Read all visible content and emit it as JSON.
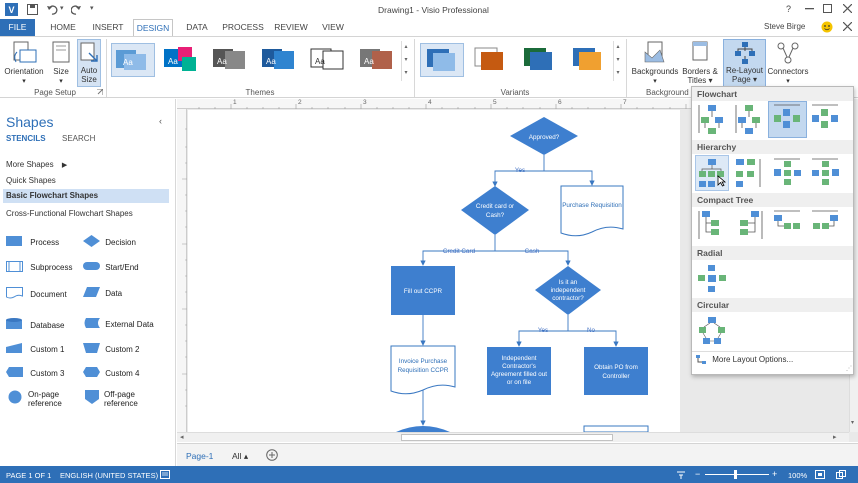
{
  "window": {
    "title": "Drawing1 - Visio Professional",
    "user": "Steve Birge",
    "help": "?"
  },
  "tabs": [
    "FILE",
    "HOME",
    "INSERT",
    "DESIGN",
    "DATA",
    "PROCESS",
    "REVIEW",
    "VIEW"
  ],
  "ribbon": {
    "page_setup": {
      "orientation": "Orientation",
      "size": "Size",
      "auto": "Auto",
      "auto_size": "Size",
      "group": "Page Setup"
    },
    "themes_group": "Themes",
    "variants_group": "Variants",
    "background": {
      "backgrounds": "Backgrounds",
      "borders": "Borders &",
      "titles": "Titles",
      "relayout": "Re-Layout",
      "relayout2": "Page",
      "connectors": "Connectors",
      "group": "Background"
    }
  },
  "shapes_pane": {
    "title": "Shapes",
    "stencils": "STENCILS",
    "search": "SEARCH",
    "more_shapes": "More Shapes",
    "quick_shapes": "Quick Shapes",
    "basic_flowchart": "Basic Flowchart Shapes",
    "cross_functional": "Cross-Functional Flowchart Shapes",
    "items": [
      {
        "label": "Process",
        "icon": "process-icon"
      },
      {
        "label": "Decision",
        "icon": "decision-icon"
      },
      {
        "label": "Subprocess",
        "icon": "subprocess-icon"
      },
      {
        "label": "Start/End",
        "icon": "start-end-icon"
      },
      {
        "label": "Document",
        "icon": "document-icon"
      },
      {
        "label": "Data",
        "icon": "data-icon"
      },
      {
        "label": "Database",
        "icon": "database-icon"
      },
      {
        "label": "External Data",
        "icon": "external-data-icon"
      },
      {
        "label": "Custom 1",
        "icon": "custom-1-icon"
      },
      {
        "label": "Custom 2",
        "icon": "custom-2-icon"
      },
      {
        "label": "Custom 3",
        "icon": "custom-3-icon"
      },
      {
        "label": "Custom 4",
        "icon": "custom-4-icon"
      },
      {
        "label": "On-page",
        "label2": "reference",
        "icon": "on-page-reference-icon"
      },
      {
        "label": "Off-page",
        "label2": "reference",
        "icon": "off-page-reference-icon"
      }
    ]
  },
  "diagram": {
    "approved": "Approved?",
    "yes1": "Yes",
    "credit_q1": "Credit card or",
    "credit_q2": "Cash?",
    "purchase_req": "Purchase Requisition",
    "credit_card": "Credit Card",
    "cash": "Cash",
    "fill_ccpr": "Fill out CCPR",
    "indep1": "Is it an",
    "indep2": "independent",
    "indep3": "contractor?",
    "yes2": "Yes",
    "no": "No",
    "invoice1": "Invoice Purchase",
    "invoice2": "Requisition CCPR",
    "agree1": "Independent",
    "agree2": "Contractor's",
    "agree3": "Agreement filled out",
    "agree4": "or on file",
    "po1": "Obtain PO from",
    "po2": "Controller"
  },
  "ruler": [
    "1",
    "2",
    "3",
    "4",
    "5",
    "6",
    "7"
  ],
  "relayout_menu": {
    "flowchart": "Flowchart",
    "hierarchy": "Hierarchy",
    "compact_tree": "Compact Tree",
    "radial": "Radial",
    "circular": "Circular",
    "more": "More Layout Options..."
  },
  "page_tabs": {
    "page1": "Page-1",
    "all": "All"
  },
  "status": {
    "page": "PAGE 1 OF 1",
    "lang": "ENGLISH (UNITED STATES)",
    "zoom": "100%"
  },
  "colors": {
    "accent": "#2e6fb7",
    "shape": "#4f8fd6"
  }
}
